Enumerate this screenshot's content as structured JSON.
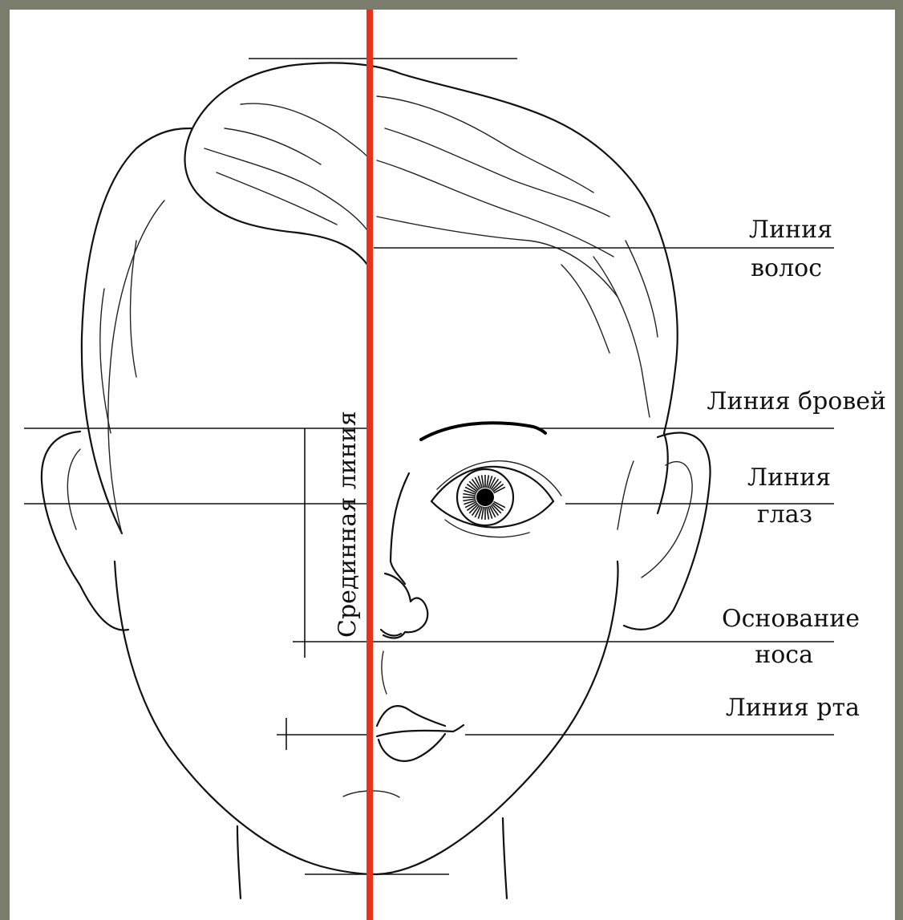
{
  "labels": {
    "hair_line": [
      "Линия",
      "волос"
    ],
    "brow_line": "Линия бровей",
    "eye_line": [
      "Линия",
      "глаз"
    ],
    "nose_base": [
      "Основание",
      "носа"
    ],
    "mouth_line": "Линия рта",
    "midline": "Срединная линия"
  },
  "colors": {
    "midline": "#e8321e",
    "frame": "#7b7d6c",
    "ink": "#111111"
  }
}
